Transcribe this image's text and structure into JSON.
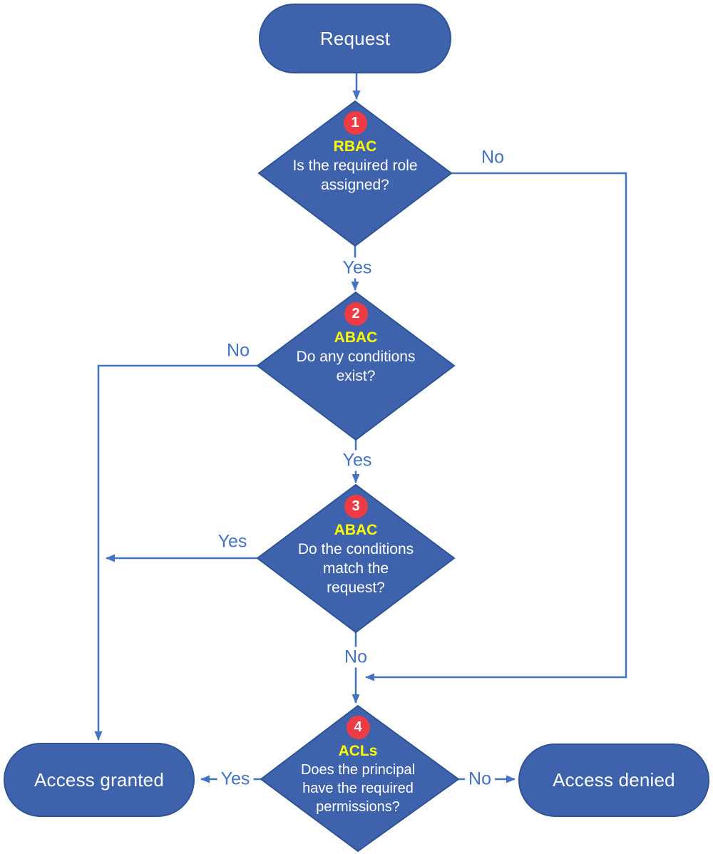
{
  "diagram": {
    "kind": "flowchart",
    "colors": {
      "shape_fill": "#3e62ac",
      "shape_border": "#2e5494",
      "connector": "#4472c4",
      "badge_fill": "#ee3b44",
      "badge_text": "#ffffff",
      "type_label": "#ffff00",
      "question_text": "#ffffff",
      "edge_label_text": "#4472c4",
      "background": "#ffffff"
    },
    "nodes": {
      "start": {
        "label": "Request"
      },
      "d1": {
        "step": "1",
        "type": "RBAC",
        "question_lines": [
          "Is the required role",
          "assigned?"
        ]
      },
      "d2": {
        "step": "2",
        "type": "ABAC",
        "question_lines": [
          "Do any conditions",
          "exist?"
        ]
      },
      "d3": {
        "step": "3",
        "type": "ABAC",
        "question_lines": [
          "Do the conditions",
          "match the",
          "request?"
        ]
      },
      "d4": {
        "step": "4",
        "type": "ACLs",
        "question_lines": [
          "Does the principal",
          "have the required",
          "permissions?"
        ]
      },
      "granted": {
        "label": "Access granted"
      },
      "denied": {
        "label": "Access denied"
      }
    },
    "edges": {
      "d1_yes": "Yes",
      "d1_no": "No",
      "d2_yes": "Yes",
      "d2_no": "No",
      "d3_yes": "Yes",
      "d3_no": "No",
      "d4_yes": "Yes",
      "d4_no": "No"
    }
  }
}
